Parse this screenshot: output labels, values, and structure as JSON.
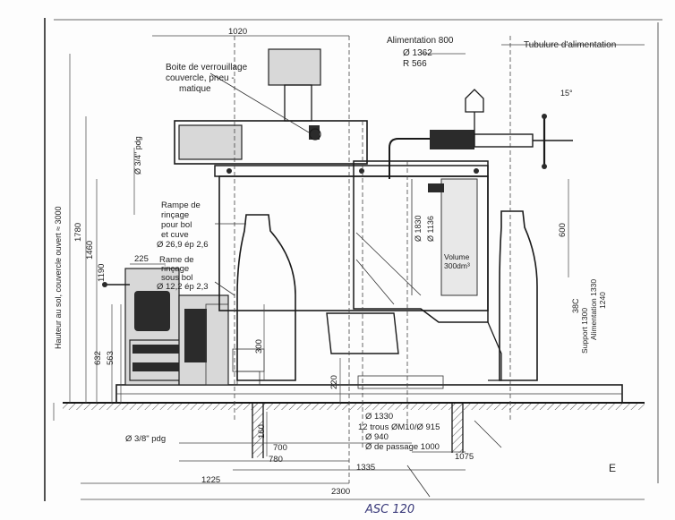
{
  "labels": {
    "boite_verrouillage": [
      "Boite de verrouillage",
      "couvercle, pneu -",
      "matique"
    ],
    "rampe_rincage_cuve": [
      "Rampe de",
      "rinçage",
      "pour bol",
      "et cuve",
      "Ø 26,9 ép 2,6"
    ],
    "rampe_rincage_bol": [
      "Rame de",
      "rinçage",
      "sous bol",
      "Ø 12,2 ép 2,3"
    ],
    "alimentation": [
      "Alimentation  800",
      "Ø 1362",
      "R 566"
    ],
    "tubulure": "Tubulure d'alimentation",
    "volume": [
      "Volume",
      "300dm³"
    ],
    "hauteur_sol": "Hauteur au sol, couvercle ouvert ≈ 3000",
    "fixation": [
      "Ø 1330",
      "12 trous ØM10/Ø 915",
      "Ø 940",
      "Ø de passage 1000"
    ],
    "support": [
      "Support 1300",
      "Alimentation 1330",
      "1240"
    ],
    "pipe_small": "Ø 3/4\" pdg",
    "pipe_bottom": "Ø 3/8\" pdg",
    "angle": "15°",
    "mark_E": "E"
  },
  "dimensions": {
    "d1020": "1020",
    "d1780": "1780",
    "d1460": "1460",
    "d1190": "1190",
    "d632": "632",
    "d563": "563",
    "d225": "225",
    "d300": "300",
    "d220": "220",
    "d160": "160",
    "d1830": "Ø 1830",
    "d1136": "Ø 1136",
    "d600": "600",
    "d700": "700",
    "d780": "780",
    "d1335": "1335",
    "d1225": "1225",
    "d2300": "2300",
    "d1075": "1075",
    "d38c": "38C"
  },
  "signature": "ASC 120"
}
